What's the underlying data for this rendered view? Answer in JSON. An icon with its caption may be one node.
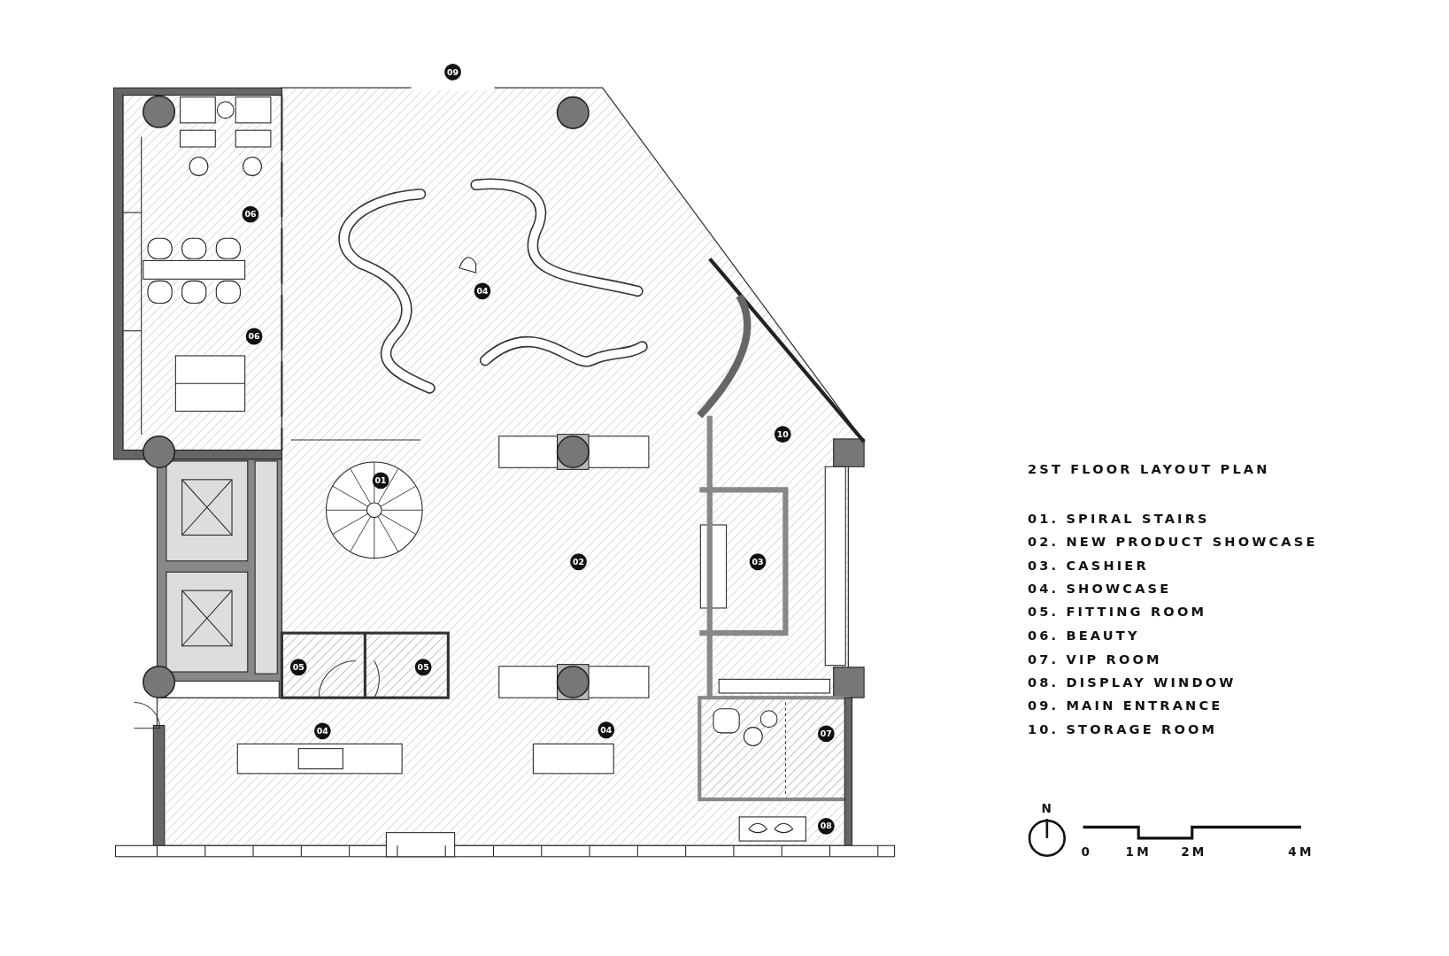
{
  "diagram": {
    "title": "2ST FLOOR LAYOUT PLAN",
    "labels": [
      "09",
      "06",
      "04",
      "06",
      "10",
      "01",
      "02",
      "03",
      "05",
      "05",
      "04",
      "04",
      "07",
      "08",
      "01. SPIRAL STAIRS",
      "02. NEW PRODUCT SHOWCASE",
      "03. CASHIER",
      "04. SHOWCASE",
      "05. FITTING ROOM",
      "06. BEAUTY",
      "07. VIP ROOM",
      "08. DISPLAY WINDOW",
      "09. MAIN ENTRANCE",
      "10. STORAGE ROOM",
      "N",
      "0",
      "1M",
      "2M",
      "4M"
    ]
  }
}
